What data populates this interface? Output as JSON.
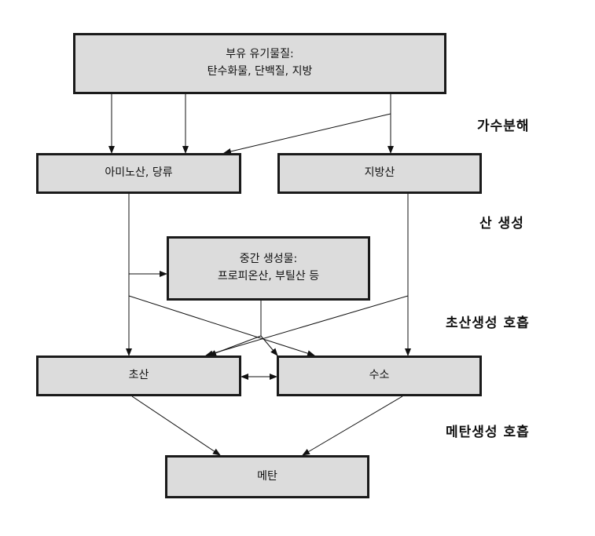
{
  "boxes": {
    "organic_matter": {
      "line1": "부유 유기물질:",
      "line2": "탄수화물, 단백질, 지방"
    },
    "amino_sugar": {
      "label": "아미노산, 당류"
    },
    "fatty_acid": {
      "label": "지방산"
    },
    "intermediate": {
      "line1": "중간 생성물:",
      "line2": "프로피온산, 부틸산 등"
    },
    "acetate": {
      "label": "초산"
    },
    "hydrogen": {
      "label": "수소"
    },
    "methane": {
      "label": "메탄"
    }
  },
  "stages": {
    "hydrolysis": "가수분해",
    "acidogenesis": "산 생성",
    "acetogenesis": "초산생성 호흡",
    "methanogenesis": "메탄생성 호흡"
  }
}
